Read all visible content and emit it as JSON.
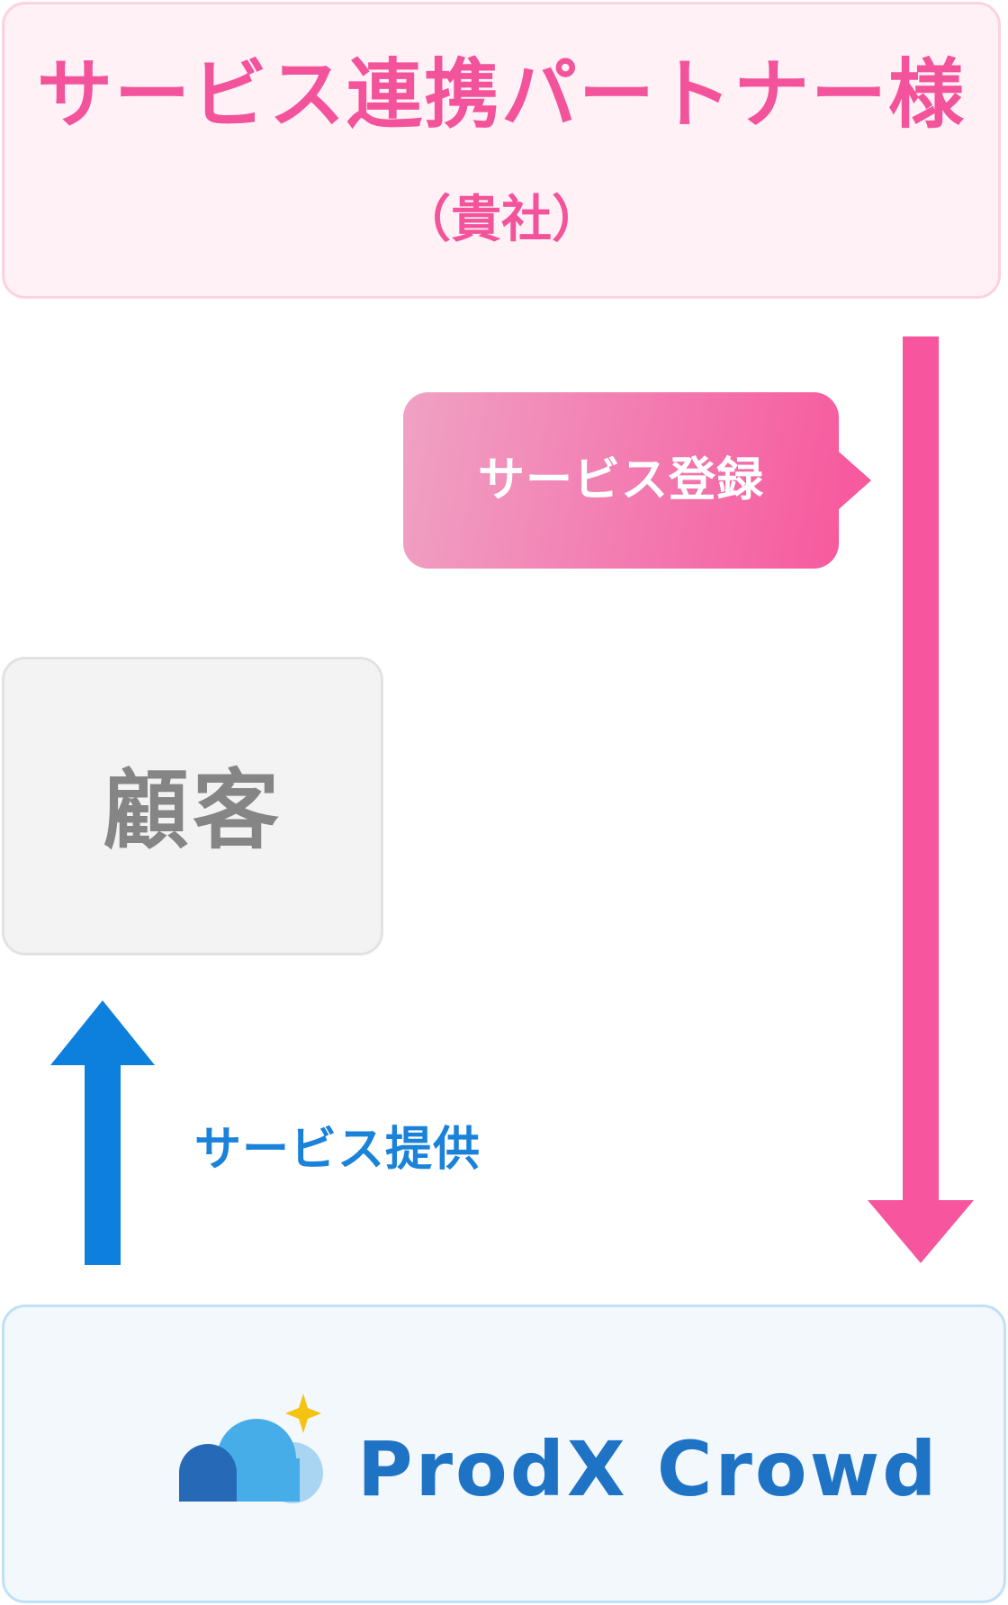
{
  "partner": {
    "title": "サービス連携パートナー様",
    "subtitle": "（貴社）"
  },
  "register": {
    "label": "サービス登録"
  },
  "customer": {
    "label": "顧客"
  },
  "provide": {
    "label": "サービス提供"
  },
  "prodx": {
    "brand": "ProdX Crowd",
    "logo": "cloud-sparkle-logo"
  },
  "colors": {
    "pink": "#f7559d",
    "blue": "#0d7fdc",
    "navy": "#1f73c5",
    "gray": "#858585"
  }
}
